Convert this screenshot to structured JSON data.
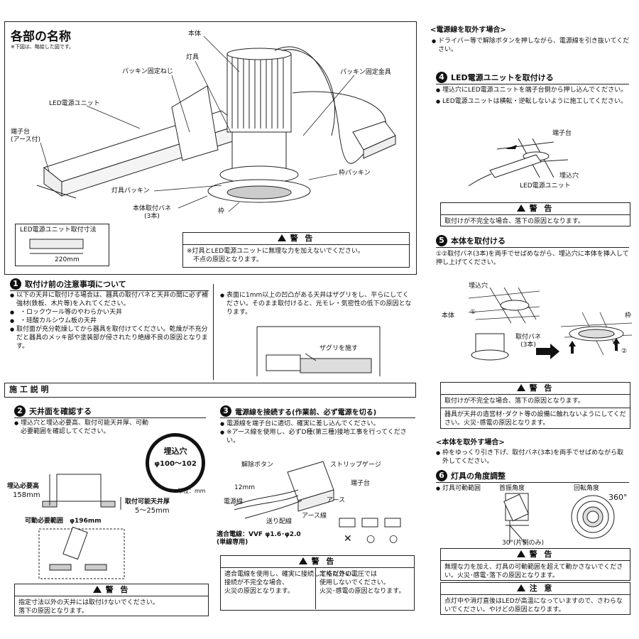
{
  "parts": {
    "title": "各部の名称",
    "note": "※下図は、略絵した図です。",
    "labels": {
      "body": "本体",
      "lamp": "灯具",
      "packing_screw": "パッキン固定ねじ",
      "packing_bracket": "パッキン固定金具",
      "led_unit": "LED電源ユニット",
      "terminal": "端子台\n(アース付)",
      "frame_packing": "枠パッキン",
      "lamp_packing": "灯具パッキン",
      "spring": "本体取付バネ\n(3本)",
      "frame": "枠"
    },
    "dim_title": "LED電源ユニット取付寸法",
    "dim_value": "220mm",
    "warning_title": "警 告",
    "warning_text": "※灯具とLED電源ユニットに無理な力を加えないでください。\n　不点の原因となります。"
  },
  "sec1": {
    "num": "1",
    "title": "取付け前の注意事項について",
    "left": [
      "以下の天井に取付ける場合は、器具の取付バネと天井の間に必ず補強材(鉄板、木片等)を入れてください。",
      "・ロックウール等のやわらかい天井",
      "・珪酸カルシウム板の天井",
      "取付面が充分乾燥してから器具を取付けてください。乾燥が不充分だと器具のメッキ部や塗装部が侵されたり絶縁不良の原因となります。"
    ],
    "right": "表面に1mm以上の凹凸がある天井はザグリをし、平らにしてください。そのまま取付けると、光モレ・気密性の低下の原因となります。",
    "zaguri": "ザグリを施す"
  },
  "install": {
    "title": "施 工 説 明"
  },
  "sec2": {
    "num": "2",
    "title": "天井面を確認する",
    "text": "埋込穴と埋込必要高、取付可能天井厚、可動必要範囲を確認してください。",
    "hole_title": "埋込穴",
    "hole_value": "φ100〜102",
    "unit": "単位：mm",
    "height_label": "埋込必要高",
    "height_value": "158mm",
    "ceiling_label": "取付可能天井厚",
    "ceiling_value": "5〜25mm",
    "range_label": "可動必要範囲　φ196mm",
    "warning_title": "警 告",
    "warning_text": "指定寸法以外の天井には取付けないでください。\n落下の原因となります。"
  },
  "sec3": {
    "num": "3",
    "title": "電源線を接続する(作業前、必ず電源を切る)",
    "items": [
      "電源線を端子台に適切、確実に差し込んでください。",
      "※アース線を使用し、必ずD種(第三種)接地工事を行ってください。"
    ],
    "release_btn": "解除ボタン",
    "strip_gauge": "ストリップゲージ",
    "mm12": "12mm",
    "terminal": "端子台",
    "power_wire": "電源線",
    "earth": "アース",
    "earth_wire": "アース線",
    "feed_wire": "送り配線",
    "wire_spec": "適合電線：VVF φ1.6･φ2.0\n(単線専用)",
    "marks": [
      "✕",
      "○",
      "○"
    ],
    "warning_title": "警 告",
    "warning_left": "適合電線を使用し、確実に接続してください。\n接続が不完全な場合、\n火災の原因となります。",
    "warning_right": "定格以外の電圧では\n使用しないでください。\n火災･感電の原因となります。"
  },
  "remove_wire": {
    "title": "<電源線を取外す場合>",
    "text": "ドライバー等で解除ボタンを押しながら、電源線を引き抜いてください。"
  },
  "sec4": {
    "num": "4",
    "title": "LED電源ユニットを取付ける",
    "items": [
      "埋込穴にLED電源ユニットを端子台側から押し込んでください。",
      "LED電源ユニットは横転・逆転しないように施工してください。"
    ],
    "terminal": "端子台",
    "hole": "埋込穴",
    "unit": "LED電源ユニット",
    "warning_title": "警 告",
    "warning_text": "取付けが不完全な場合、落下の原因となります。"
  },
  "sec5": {
    "num": "5",
    "title": "本体を取付ける",
    "text": "①②取付バネ(3本)を両手でせばめながら、埋込穴に本体を挿入して押し上げてください。",
    "hole": "埋込穴",
    "body": "本体",
    "c1": "①",
    "spring": "取付バネ\n(3本)",
    "frame": "枠",
    "c2": "②",
    "warning_title": "警 告",
    "warning_1": "取付けが不完全な場合、落下の原因となります。",
    "warning_2": "器具が天井の造営材･ダクト等の設備に触れないようにしてください。火災･感電の原因となります。"
  },
  "remove_body": {
    "title": "<本体を取外す場合>",
    "text": "枠をゆっくり引き下げ、取付バネ(3本)を両手でせばめながら取外してください。"
  },
  "sec6": {
    "num": "6",
    "title": "灯具の角度調整",
    "range": "灯具可動範囲",
    "tilt": "首振角度",
    "rotate": "回転角度",
    "deg360": "360°",
    "deg30": "30°(片側のみ)",
    "warning_title": "警 告",
    "warning_text": "無理な力を加え、灯具の可動範囲を超えて動かさないでください。火災･感電･落下の原因となります。",
    "caution_title": "注 意",
    "caution_text": "点灯中や消灯直後はLEDが高温になっていますので、さわらないでください。やけどの原因となります。"
  }
}
